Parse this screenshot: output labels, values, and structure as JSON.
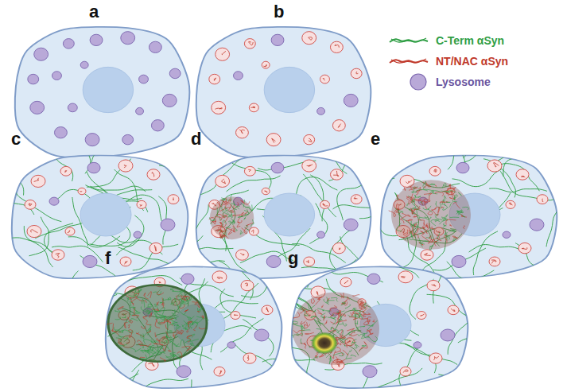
{
  "diagram": {
    "labels": [
      "a",
      "b",
      "c",
      "d",
      "e",
      "f",
      "g"
    ],
    "legend": [
      {
        "text": "C-Term αSyn"
      },
      {
        "text": "NT/NAC αSyn"
      },
      {
        "text": "Lysosome"
      }
    ]
  }
}
